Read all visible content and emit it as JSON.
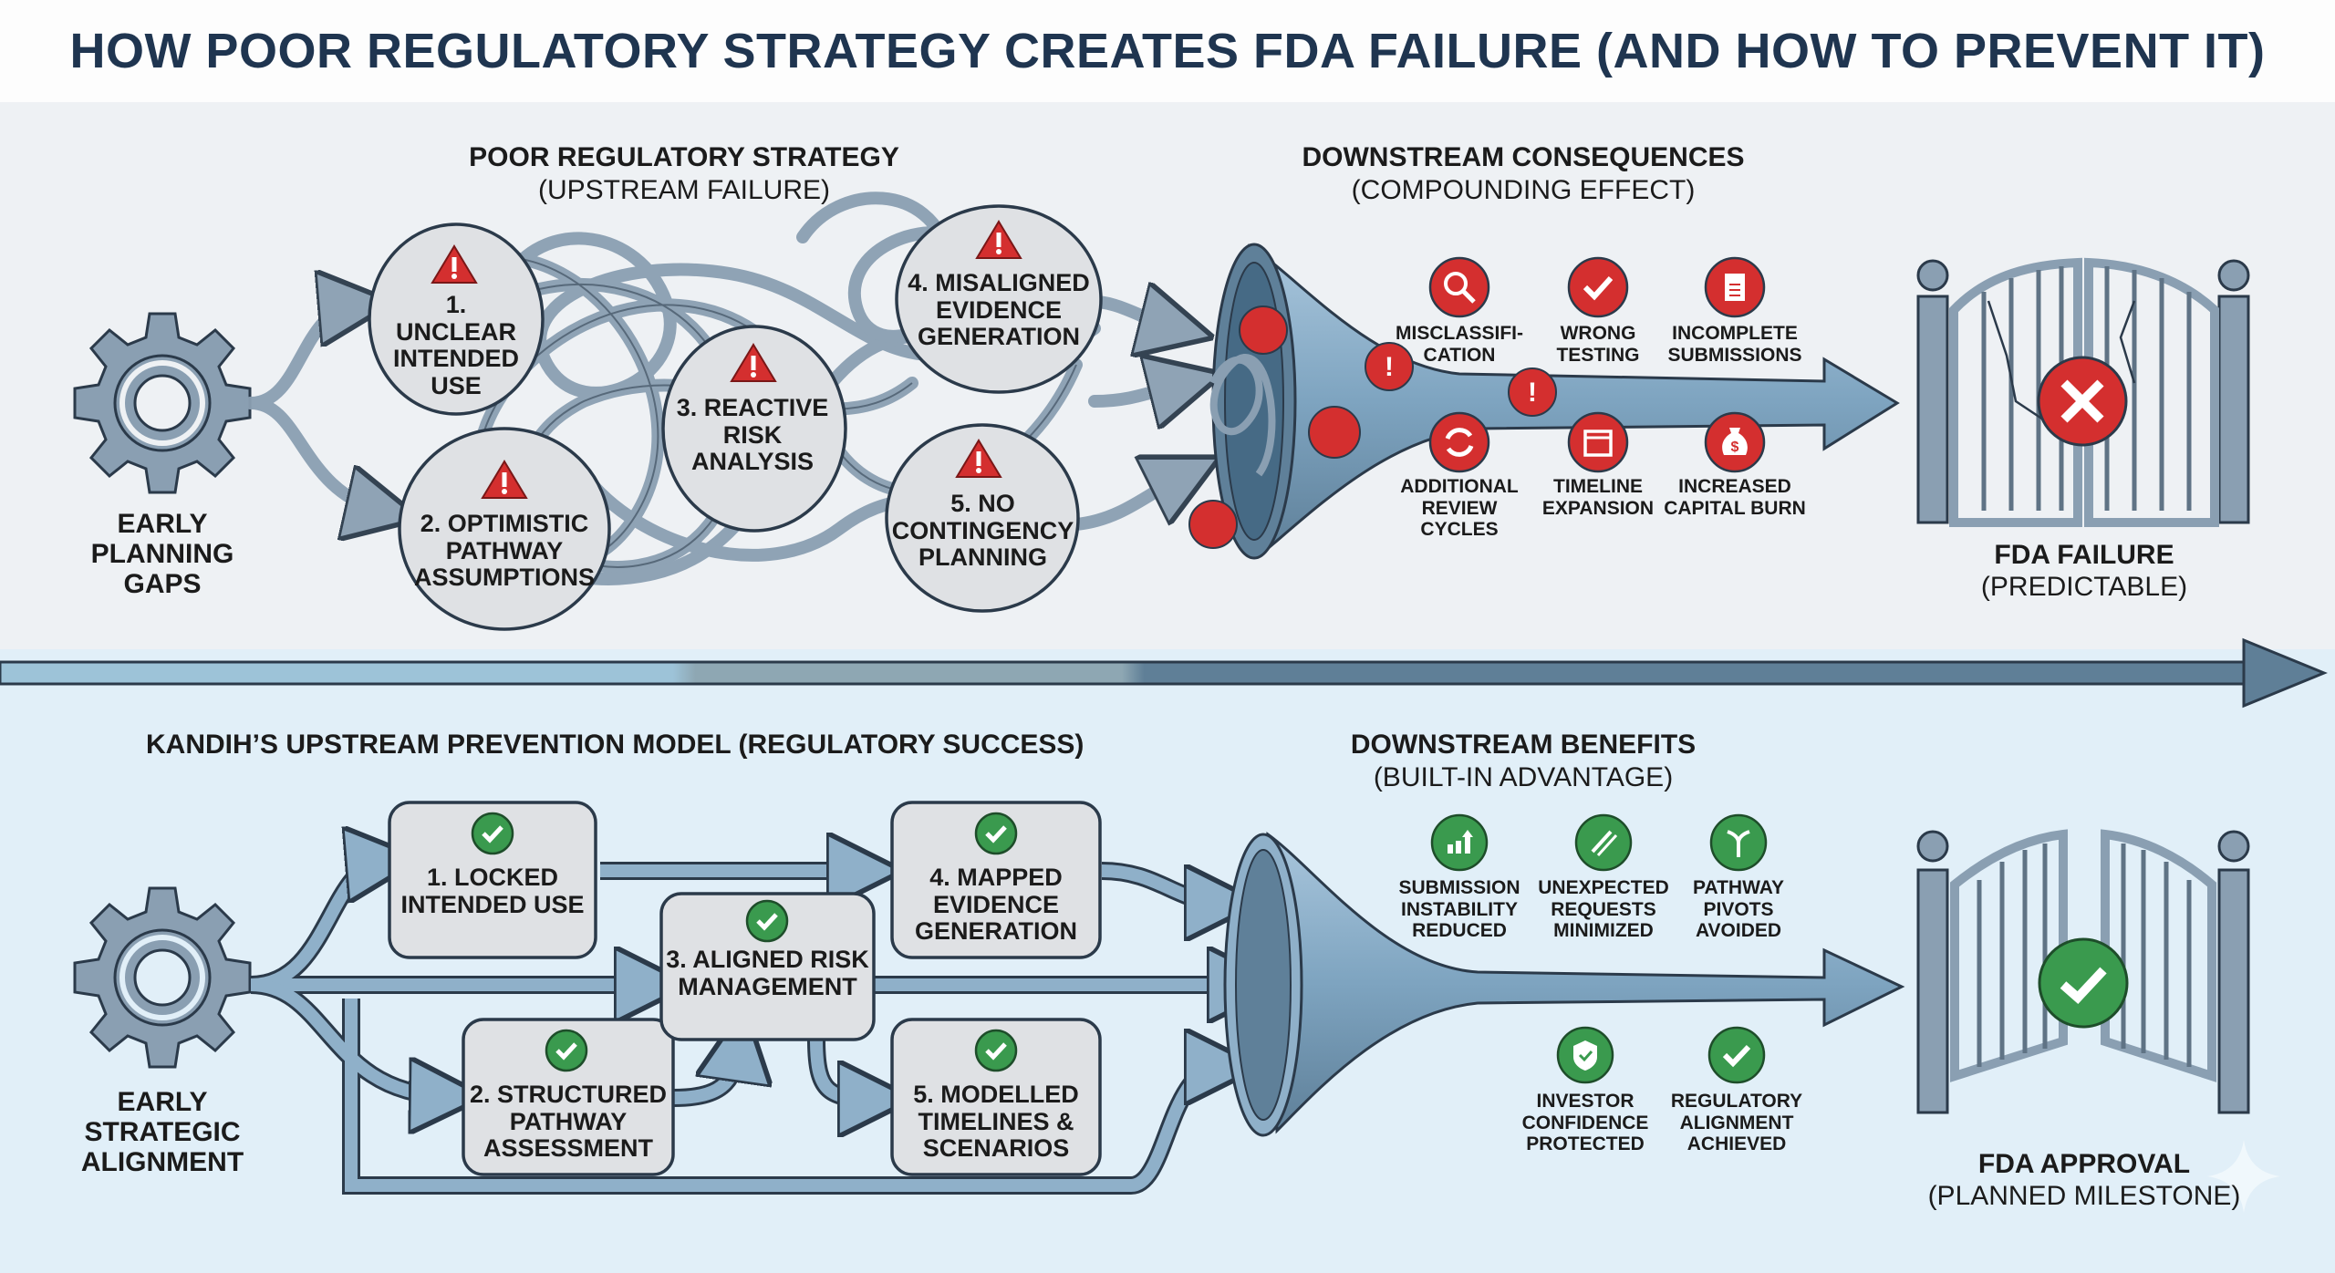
{
  "title": "HOW POOR REGULATORY STRATEGY CREATES FDA FAILURE (AND HOW TO PREVENT IT)",
  "colors": {
    "title": "#1f3550",
    "steel": "#8a9fb2",
    "steel_dark": "#2b3a4a",
    "danger_red": "#d42f2f",
    "success_green": "#3a9a4e",
    "panel_top_bg": "#eef1f4",
    "panel_bottom_bg": "#e1eff8",
    "node_fill": "#dfe1e4"
  },
  "top": {
    "start_label": "EARLY PLANNING GAPS",
    "start_icon": "gear-icon",
    "section_title": "POOR REGULATORY STRATEGY",
    "section_subtitle": "(UPSTREAM FAILURE)",
    "nodes": [
      {
        "label": "1. UNCLEAR INTENDED USE",
        "icon": "warning-triangle-icon"
      },
      {
        "label": "2. OPTIMISTIC PATHWAY ASSUMPTIONS",
        "icon": "warning-triangle-icon"
      },
      {
        "label": "3. REACTIVE RISK ANALYSIS",
        "icon": "warning-triangle-icon"
      },
      {
        "label": "4. MISALIGNED EVIDENCE GENERATION",
        "icon": "warning-triangle-icon"
      },
      {
        "label": "5. NO CONTINGENCY PLANNING",
        "icon": "warning-triangle-icon"
      }
    ],
    "consequences_title": "DOWNSTREAM CONSEQUENCES",
    "consequences_subtitle": "(COMPOUNDING EFFECT)",
    "consequences": [
      {
        "label": "MISCLASSIFI-\nCATION",
        "icon": "magnifier-icon"
      },
      {
        "label": "WRONG\nTESTING",
        "icon": "checkmark-icon"
      },
      {
        "label": "INCOMPLETE\nSUBMISSIONS",
        "icon": "document-icon"
      },
      {
        "label": "ADDITIONAL\nREVIEW\nCYCLES",
        "icon": "refresh-icon"
      },
      {
        "label": "TIMELINE\nEXPANSION",
        "icon": "calendar-icon"
      },
      {
        "label": "INCREASED\nCAPITAL BURN",
        "icon": "money-bag-icon"
      }
    ],
    "outcome_title": "FDA FAILURE",
    "outcome_subtitle": "(PREDICTABLE)",
    "outcome_icon": "x-circle-icon"
  },
  "bottom": {
    "start_label": "EARLY STRATEGIC ALIGNMENT",
    "start_icon": "gear-icon",
    "section_title": "KANDIH’S UPSTREAM PREVENTION MODEL (REGULATORY SUCCESS)",
    "nodes": [
      {
        "label": "1. LOCKED INTENDED USE",
        "icon": "check-circle-icon"
      },
      {
        "label": "2. STRUCTURED PATHWAY ASSESSMENT",
        "icon": "check-circle-icon"
      },
      {
        "label": "3. ALIGNED RISK MANAGEMENT",
        "icon": "check-circle-icon"
      },
      {
        "label": "4. MAPPED EVIDENCE GENERATION",
        "icon": "check-circle-icon"
      },
      {
        "label": "5. MODELLED TIMELINES & SCENARIOS",
        "icon": "check-circle-icon"
      }
    ],
    "benefits_title": "DOWNSTREAM BENEFITS",
    "benefits_subtitle": "(BUILT-IN ADVANTAGE)",
    "benefits": [
      {
        "label": "SUBMISSION\nINSTABILITY\nREDUCED",
        "icon": "bar-chart-up-icon"
      },
      {
        "label": "UNEXPECTED\nREQUESTS\nMINIMIZED",
        "icon": "slash-sparkle-icon"
      },
      {
        "label": "PATHWAY\nPIVOTS\nAVOIDED",
        "icon": "fork-arrow-icon"
      },
      {
        "label": "INVESTOR\nCONFIDENCE\nPROTECTED",
        "icon": "shield-check-icon"
      },
      {
        "label": "REGULATORY\nALIGNMENT\nACHIEVED",
        "icon": "checkmark-icon"
      }
    ],
    "outcome_title": "FDA APPROVAL",
    "outcome_subtitle": "(PLANNED MILESTONE)",
    "outcome_icon": "check-circle-icon"
  }
}
